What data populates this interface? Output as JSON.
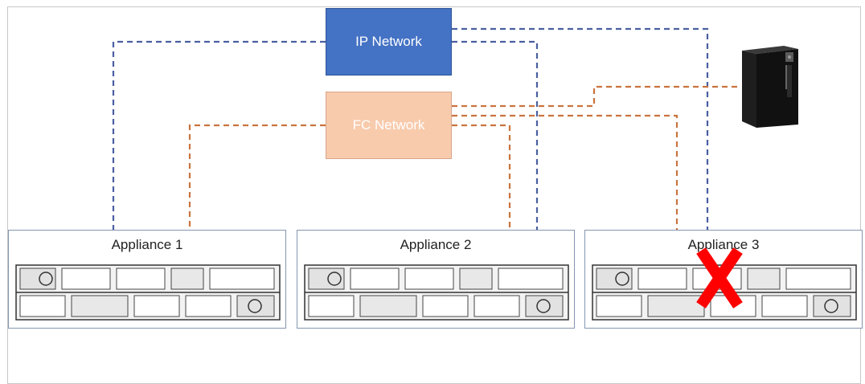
{
  "networks": {
    "ip_label": "IP Network",
    "fc_label": "FC Network"
  },
  "appliances": [
    {
      "label": "Appliance 1",
      "status": "online"
    },
    {
      "label": "Appliance 2",
      "status": "online"
    },
    {
      "label": "Appliance 3",
      "status": "failed"
    }
  ],
  "colors": {
    "ip_network": "#4472c4",
    "fc_network": "#f8cbad",
    "ip_link": "#4a5fa0",
    "fc_link": "#c9743f",
    "failure_mark": "#ff0000"
  },
  "icons": {
    "host": "tower-server-icon",
    "chassis": "server-chassis-icon",
    "failure": "red-x-icon"
  }
}
